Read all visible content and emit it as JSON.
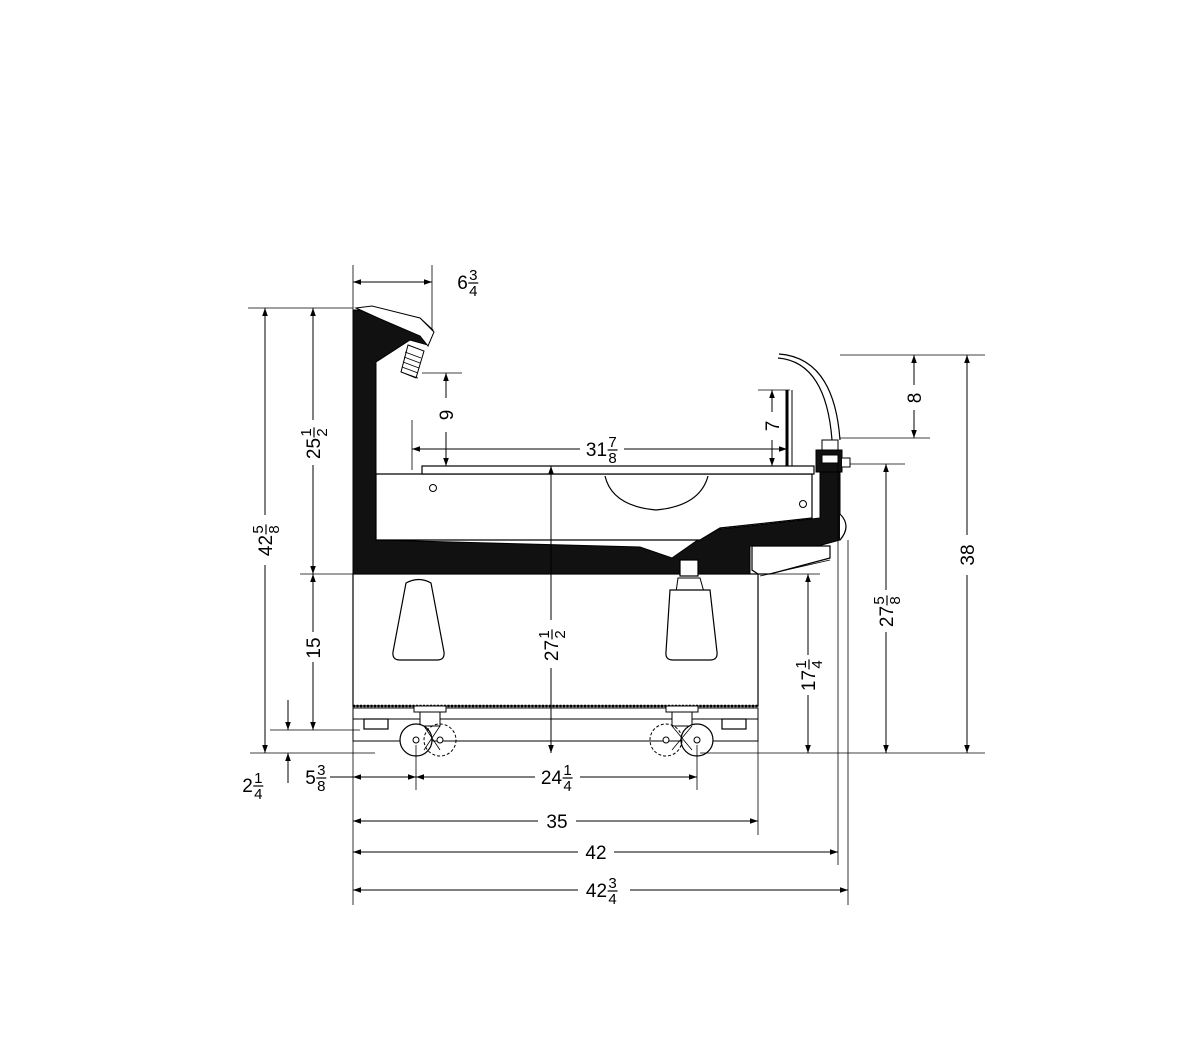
{
  "diagram": {
    "dimensions": [
      {
        "id": "d1",
        "whole": "6",
        "num": "3",
        "den": "4"
      },
      {
        "id": "d2",
        "whole": "9",
        "num": "",
        "den": ""
      },
      {
        "id": "d3",
        "whole": "31",
        "num": "7",
        "den": "8"
      },
      {
        "id": "d4",
        "whole": "7",
        "num": "",
        "den": ""
      },
      {
        "id": "d5",
        "whole": "8",
        "num": "",
        "den": ""
      },
      {
        "id": "d6",
        "whole": "38",
        "num": "",
        "den": ""
      },
      {
        "id": "d7",
        "whole": "42",
        "num": "5",
        "den": "8"
      },
      {
        "id": "d8",
        "whole": "25",
        "num": "1",
        "den": "2"
      },
      {
        "id": "d9",
        "whole": "15",
        "num": "",
        "den": ""
      },
      {
        "id": "d10",
        "whole": "27",
        "num": "1",
        "den": "2"
      },
      {
        "id": "d11",
        "whole": "17",
        "num": "1",
        "den": "4"
      },
      {
        "id": "d12",
        "whole": "27",
        "num": "5",
        "den": "8"
      },
      {
        "id": "d13",
        "whole": "2",
        "num": "1",
        "den": "4"
      },
      {
        "id": "d14",
        "whole": "5",
        "num": "3",
        "den": "8"
      },
      {
        "id": "d15",
        "whole": "24",
        "num": "1",
        "den": "4"
      },
      {
        "id": "d16",
        "whole": "35",
        "num": "",
        "den": ""
      },
      {
        "id": "d17",
        "whole": "42",
        "num": "",
        "den": ""
      },
      {
        "id": "d18",
        "whole": "42",
        "num": "3",
        "den": "4"
      }
    ]
  }
}
